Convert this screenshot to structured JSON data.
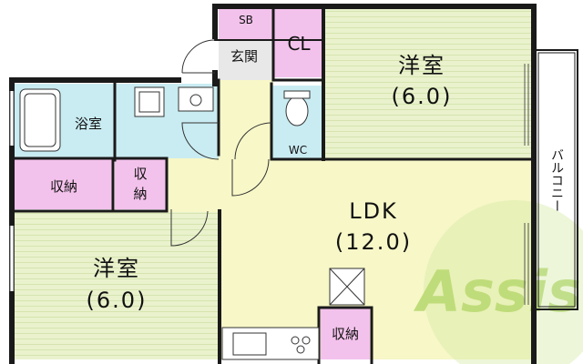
{
  "rooms": {
    "shoe_box": "SB",
    "entrance": "玄関",
    "closet": "CL",
    "bedroom_upper": {
      "name": "洋室",
      "size": "(6.0)"
    },
    "bathroom": "浴室",
    "toilet": "WC",
    "storage_left": "収納",
    "storage_mid": "収\n納",
    "storage_mid_top": "収",
    "storage_mid_bottom": "納",
    "ldk": {
      "name": "LDK",
      "size": "(12.0)"
    },
    "bedroom_lower": {
      "name": "洋室",
      "size": "(6.0)"
    },
    "storage_kitchen": "収納",
    "balcony": "バルコニー"
  },
  "watermark": {
    "text": "Assist"
  },
  "colors": {
    "wall": "#1a1a1a",
    "tatami_green": "#e6f0c8",
    "floor_yellow": "#f7f7c6",
    "storage_pink": "#f3c2ec",
    "bath_blue": "#c9ecf2",
    "entrance_gray": "#e8e8e8",
    "watermark_green": "#bfe07a",
    "watermark_red": "#f08a8a"
  }
}
